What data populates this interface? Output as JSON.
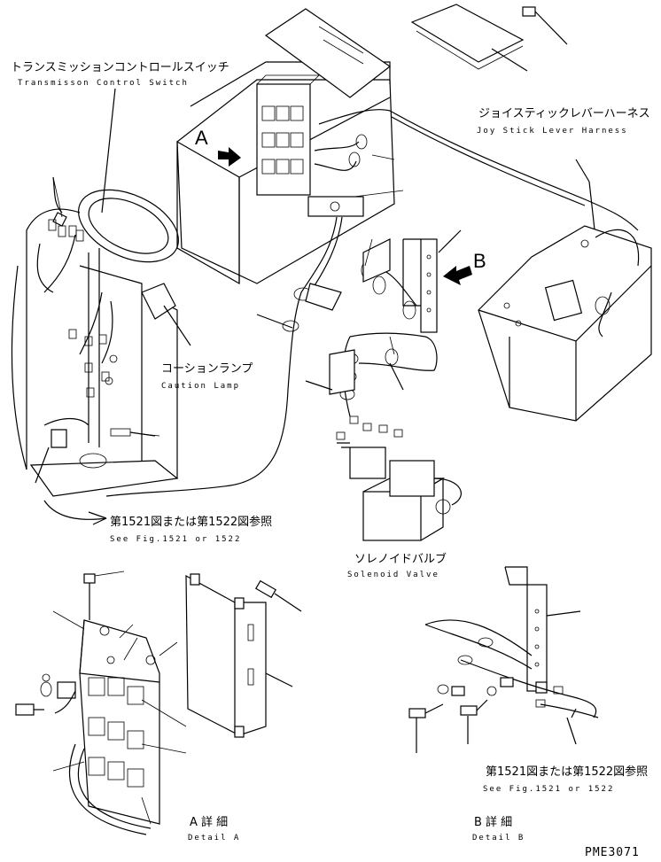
{
  "labels": {
    "transmission_jp": "トランスミッションコントロールスイッチ",
    "transmission_en": "Transmisson Control Switch",
    "joystick_jp": "ジョイスティックレバーハーネス",
    "joystick_en": "Joy Stick Lever Harness",
    "caution_jp": "コーションランプ",
    "caution_en": "Caution Lamp",
    "fig_ref_jp_1": "第1521図または第1522図参照",
    "fig_ref_en_1": "See Fig.1521 or 1522",
    "solenoid_jp": "ソレノイドバルブ",
    "solenoid_en": "Solenoid Valve",
    "detail_a_jp": "A 詳 細",
    "detail_a_en": "Detail A",
    "detail_b_jp": "B 詳 細",
    "detail_b_en": "Detail B",
    "fig_ref_jp_2": "第1521図または第1522図参照",
    "fig_ref_en_2": "See Fig.1521 or 1522",
    "marker_a": "A",
    "marker_b": "B",
    "page_code": "PME3071"
  }
}
